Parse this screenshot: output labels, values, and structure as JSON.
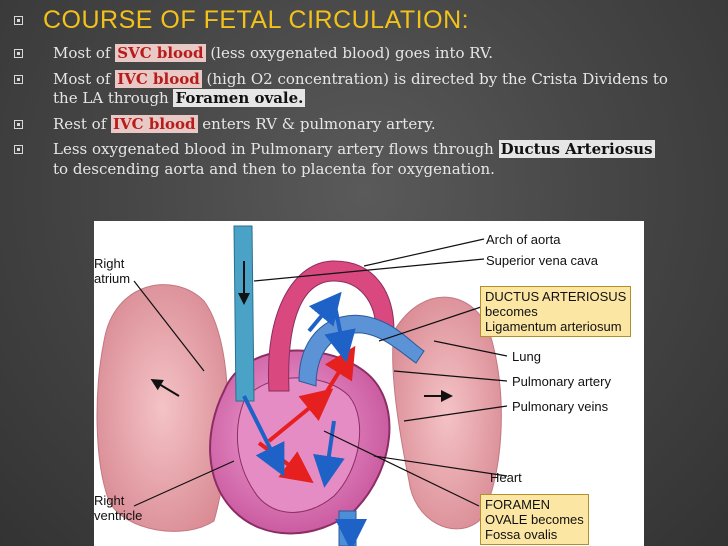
{
  "title": "COURSE OF FETAL CIRCULATION:",
  "bullets": [
    {
      "pre": "Most of ",
      "hl": "SVC blood",
      "post": " (less oxygenated blood) goes into RV."
    },
    {
      "pre": "Most of ",
      "hl": "IVC blood",
      "post": " (high O2 concentration) is directed by the Crista Dividens to the LA through ",
      "hl2": "Foramen ovale."
    },
    {
      "pre": "Rest of ",
      "hl": "IVC blood",
      "post": " enters RV & pulmonary artery."
    },
    {
      "pre": "Less oxygenated blood in Pulmonary artery flows through ",
      "hl2a": "Ductus Arteriosus",
      "post2": " to descending aorta and then to placenta for oxygenation."
    }
  ],
  "figure": {
    "right_atrium": "Right\natrium",
    "right_ventricle": "Right\nventricle",
    "arch_of_aorta": "Arch of aorta",
    "superior_vena_cava": "Superior vena cava",
    "ductus_box": "DUCTUS ARTERIOSUS\nbecomes\nLigamentum arteriosum",
    "lung": "Lung",
    "pulmonary_artery": "Pulmonary artery",
    "pulmonary_veins": "Pulmonary veins",
    "heart": "Heart",
    "foramen_box": "FORAMEN\nOVALE becomes\nFossa ovalis"
  },
  "colors": {
    "title": "#f2c21a",
    "highlight_red": "#b71c1c",
    "arrow_red": "#e5201f",
    "arrow_blue": "#1e62c8"
  }
}
